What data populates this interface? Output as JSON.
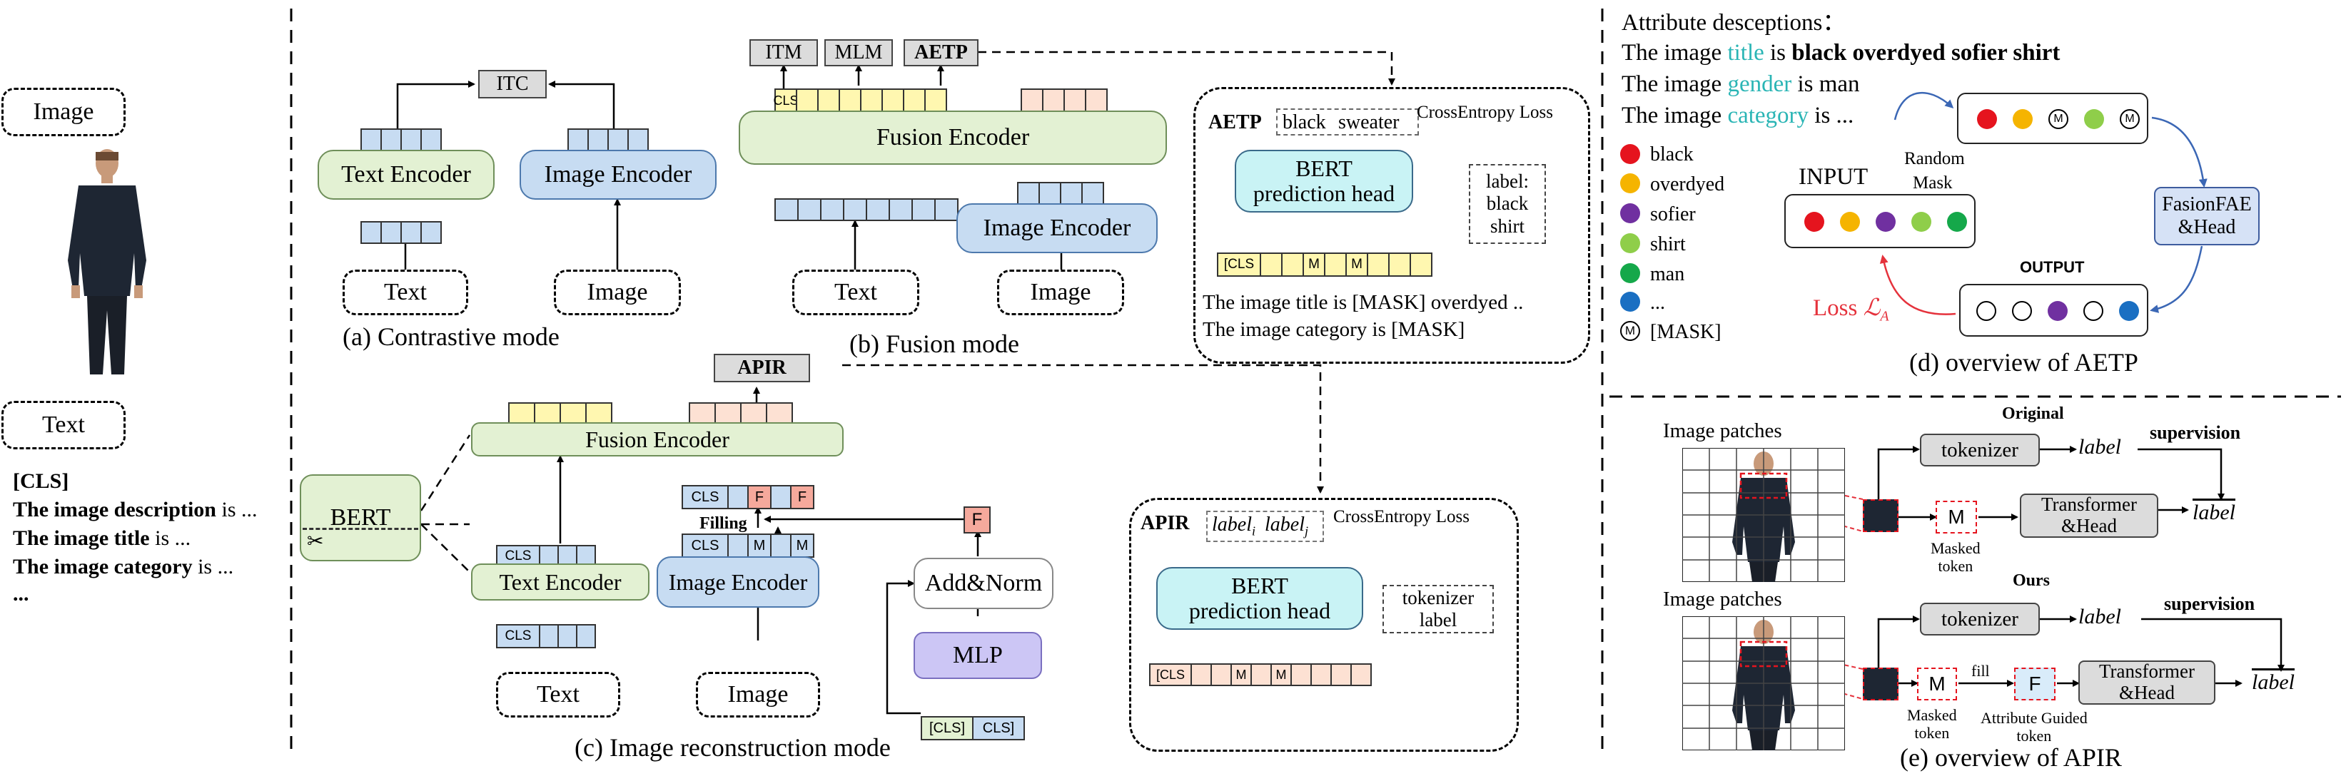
{
  "left": {
    "image_label": "Image",
    "text_label": "Text",
    "cls": "[CLS]",
    "lines": [
      {
        "bold": "The image description",
        "rest": " is ..."
      },
      {
        "bold": "The image title",
        "rest": " is ..."
      },
      {
        "bold": "The image category",
        "rest": " is ..."
      }
    ],
    "dots": "..."
  },
  "a": {
    "itc": "ITC",
    "text_encoder": "Text Encoder",
    "image_encoder": "Image Encoder",
    "text": "Text",
    "image": "Image",
    "caption": "(a) Contrastive mode"
  },
  "b": {
    "itm": "ITM",
    "mlm": "MLM",
    "aetp": "AETP",
    "cls": "CLS",
    "fusion_encoder": "Fusion Encoder",
    "image_encoder": "Image Encoder",
    "text": "Text",
    "image": "Image",
    "caption": "(b) Fusion mode",
    "inset": {
      "title": "AETP",
      "word1": "black",
      "word2": "sweater",
      "loss": "CrossEntropy Loss",
      "head1": "BERT",
      "head2": "prediction head",
      "label_lines": [
        "label:",
        "black",
        "shirt"
      ],
      "cls": "[CLS",
      "m": "M",
      "line1": "The image title is [MASK] overdyed ..",
      "line2": "The image category is [MASK]"
    }
  },
  "c": {
    "apir": "APIR",
    "fusion_encoder": "Fusion Encoder",
    "bert": "BERT",
    "text_encoder": "Text Encoder",
    "image_encoder": "Image Encoder",
    "cls": "CLS",
    "f": "F",
    "m": "M",
    "filling": "Filling",
    "add_norm": "Add&Norm",
    "mlp": "MLP",
    "cls_b1": "[CLS]",
    "cls_b2": "CLS]",
    "text": "Text",
    "image": "Image",
    "caption": "(c) Image reconstruction mode",
    "inset": {
      "title": "APIR",
      "label_i": "label",
      "sub_i": "i",
      "label_j": "label",
      "sub_j": "j",
      "loss": "CrossEntropy Loss",
      "head1": "BERT",
      "head2": "prediction head",
      "tok_label": [
        "tokenizer",
        "label"
      ],
      "cls": "[CLS",
      "m": "M"
    }
  },
  "d": {
    "heading": "Attribute desceptions：",
    "l1_pre": "The image ",
    "l1_key": "title",
    "l1_mid": " is  ",
    "l1_val": "black overdyed sofier shirt",
    "l2_pre": "The image ",
    "l2_key": "gender",
    "l2_rest": " is man",
    "l3_pre": "The image ",
    "l3_key": "category",
    "l3_rest": " is ...",
    "legend": [
      {
        "label": "black",
        "color": "#e5141e"
      },
      {
        "label": "overdyed",
        "color": "#f5b400"
      },
      {
        "label": "sofier",
        "color": "#7030a0"
      },
      {
        "label": "shirt",
        "color": "#8fce4a"
      },
      {
        "label": "man",
        "color": "#15a84a"
      },
      {
        "label": "...",
        "color": "#1a6fc2"
      },
      {
        "label": "[MASK]",
        "color": "#ffffff"
      }
    ],
    "m": "M",
    "input": "INPUT",
    "random_mask": [
      "Random",
      "Mask"
    ],
    "model": [
      "FasionFAE",
      "&Head"
    ],
    "output": "OUTPUT",
    "loss": "Loss ",
    "loss_sym": "ℒ",
    "loss_sub": "A",
    "caption": "(d) overview of AETP",
    "key_color": "#2ab5b5",
    "loss_color": "#e5323c"
  },
  "e": {
    "original": "Original",
    "ours": "Ours",
    "patches": "Image patches",
    "tokenizer": "tokenizer",
    "label": "label",
    "supervision": "supervision",
    "transformer": [
      "Transformer",
      "&Head"
    ],
    "label_bar": "label",
    "m": "M",
    "f": "F",
    "masked_token": [
      "Masked",
      "token"
    ],
    "fill": "fill",
    "guided_token": [
      "Attribute Guided",
      "token"
    ],
    "caption": "(e) overview of APIR"
  }
}
